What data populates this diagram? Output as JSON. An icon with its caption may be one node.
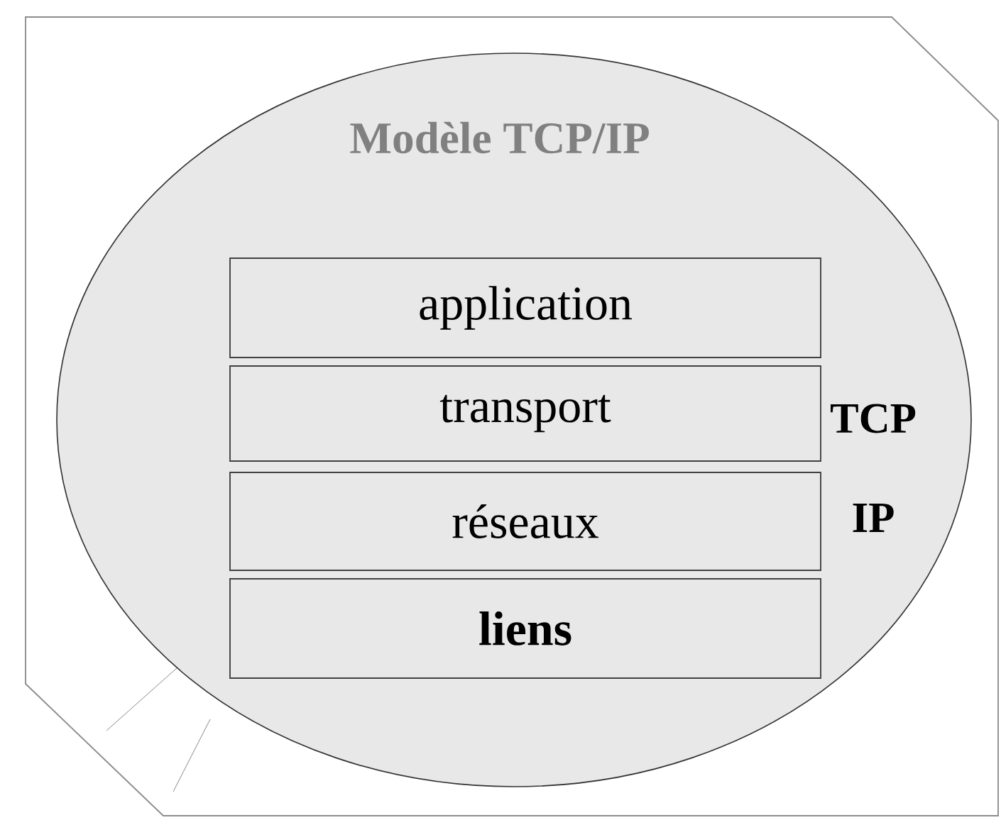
{
  "diagram": {
    "nodes": [
      {
        "text": [
          "Modèle TCP/IP"
        ]
      },
      {
        "text": [
          "application"
        ],
        "in": 0
      },
      {
        "text": [
          "transport"
        ],
        "in": 0,
        "beside": [
          "TCP"
        ]
      },
      {
        "text": [
          "réseaux"
        ],
        "in": 0,
        "beside": [
          "IP"
        ]
      },
      {
        "text": [
          "liens"
        ],
        "in": 0
      }
    ]
  }
}
